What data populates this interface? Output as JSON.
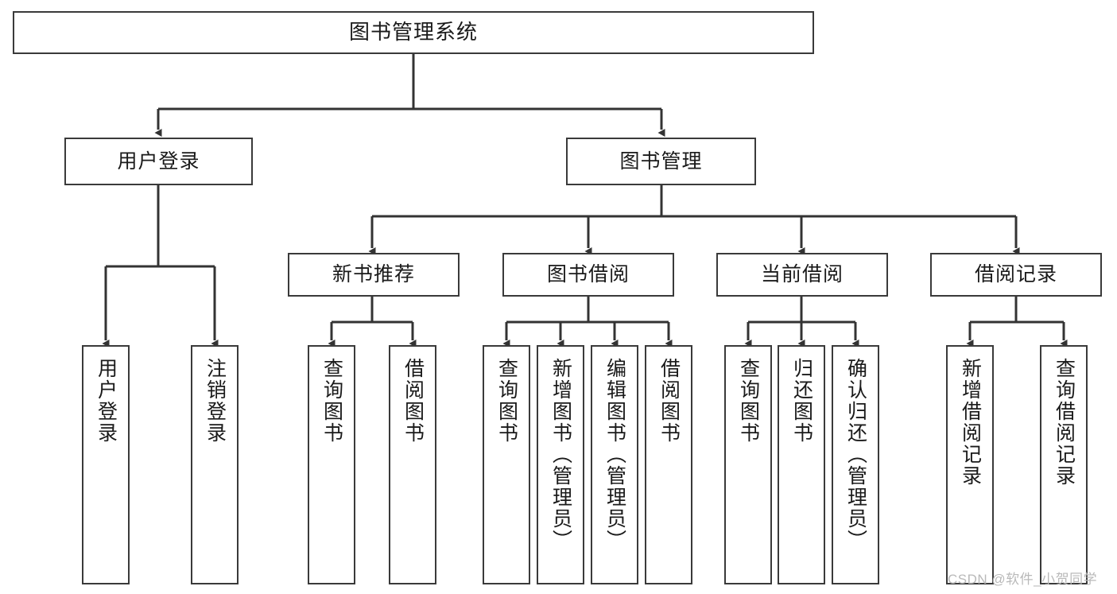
{
  "diagram": {
    "title": "图书管理系统",
    "type": "tree-hierarchy",
    "watermark": "CSDN @软件_小贺同学",
    "colors": {
      "box_border": "#3a3a3a",
      "box_fill": "#ffffff",
      "connector": "#333333",
      "text": "#1a1a1a",
      "watermark": "#b9b9b9"
    },
    "nodes": {
      "root": {
        "label": "图书管理系统",
        "level": 1
      },
      "level2": [
        {
          "id": "user-login",
          "label": "用户登录"
        },
        {
          "id": "book-manage",
          "label": "图书管理"
        }
      ],
      "level3": [
        {
          "id": "new-book-recommend",
          "label": "新书推荐",
          "parent": "book-manage"
        },
        {
          "id": "book-borrow",
          "label": "图书借阅",
          "parent": "book-manage"
        },
        {
          "id": "current-borrow",
          "label": "当前借阅",
          "parent": "book-manage"
        },
        {
          "id": "borrow-record",
          "label": "借阅记录",
          "parent": "book-manage"
        }
      ],
      "leaves": [
        {
          "id": "leaf-user-login",
          "label": "用户登录",
          "parent": "user-login"
        },
        {
          "id": "leaf-logout",
          "label": "注销登录",
          "parent": "user-login"
        },
        {
          "id": "leaf-query-book-1",
          "label": "查询图书",
          "parent": "new-book-recommend"
        },
        {
          "id": "leaf-borrow-book-1",
          "label": "借阅图书",
          "parent": "new-book-recommend"
        },
        {
          "id": "leaf-query-book-2",
          "label": "查询图书",
          "parent": "book-borrow"
        },
        {
          "id": "leaf-add-book",
          "label": "新增图书（管理员）",
          "parent": "book-borrow"
        },
        {
          "id": "leaf-edit-book",
          "label": "编辑图书（管理员）",
          "parent": "book-borrow"
        },
        {
          "id": "leaf-borrow-book-2",
          "label": "借阅图书",
          "parent": "book-borrow"
        },
        {
          "id": "leaf-query-book-3",
          "label": "查询图书",
          "parent": "current-borrow"
        },
        {
          "id": "leaf-return-book",
          "label": "归还图书",
          "parent": "current-borrow"
        },
        {
          "id": "leaf-confirm-return",
          "label": "确认归还（管理员）",
          "parent": "current-borrow"
        },
        {
          "id": "leaf-add-record",
          "label": "新增借阅记录",
          "parent": "borrow-record"
        },
        {
          "id": "leaf-query-record",
          "label": "查询借阅记录",
          "parent": "borrow-record"
        }
      ]
    }
  }
}
